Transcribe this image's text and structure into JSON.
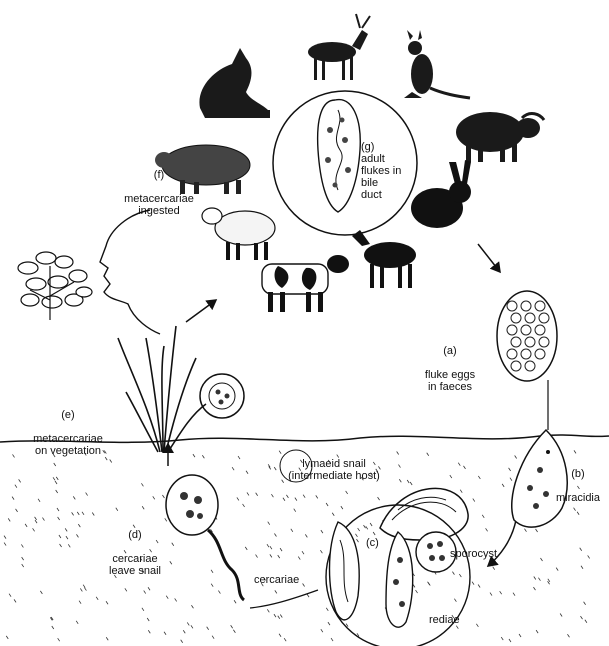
{
  "stages": {
    "a": {
      "letter": "(a)",
      "text": "fluke eggs\nin faeces"
    },
    "b": {
      "letter": "(b)",
      "text": "miracidia"
    },
    "c": {
      "letter": "(c)"
    },
    "d": {
      "letter": "(d)",
      "text": "cercariae\nleave snail"
    },
    "e": {
      "letter": "(e)",
      "text": "metacercariae\non vegetation"
    },
    "f": {
      "letter": "(f)",
      "text": "metacercariae\ningested"
    },
    "g": {
      "letter": "(g)",
      "text": "adult\nflukes in\nbile\nduct"
    }
  },
  "labels": {
    "snail": "lymaeid snail\n(intermediate host)",
    "sporocyst": "sporocyst",
    "cercariae": "cercariae",
    "rediae": "rediae"
  },
  "hosts": [
    "horse",
    "deer",
    "kangaroo",
    "buffalo",
    "pig",
    "rabbit",
    "sheep",
    "goat",
    "cow"
  ],
  "colors": {
    "ink": "#111111",
    "paper": "#ffffff",
    "animal": "#1a1a1a"
  }
}
